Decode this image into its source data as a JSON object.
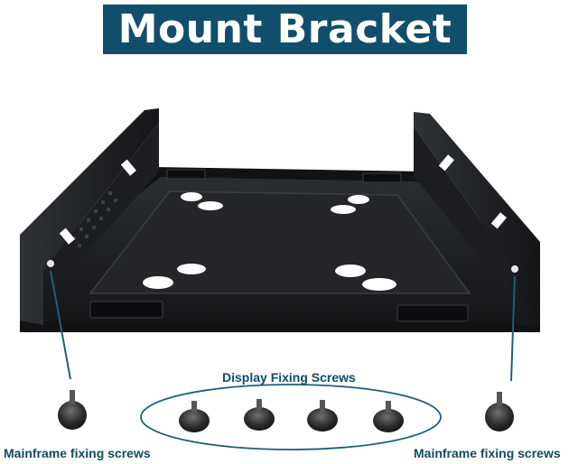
{
  "title": "Mount Bracket",
  "labels": {
    "display_screws": "Display Fixing Screws",
    "mainframe_left": "Mainframe fixing screws",
    "mainframe_right": "Mainframe fixing screws"
  },
  "colors": {
    "banner": "#0f4f6b",
    "label_text": "#114b66",
    "leader_line": "#1f5f7a",
    "bracket": "#1b1d20"
  },
  "icons": {
    "bracket": "mount-bracket-image",
    "screw": "screw-icon"
  }
}
